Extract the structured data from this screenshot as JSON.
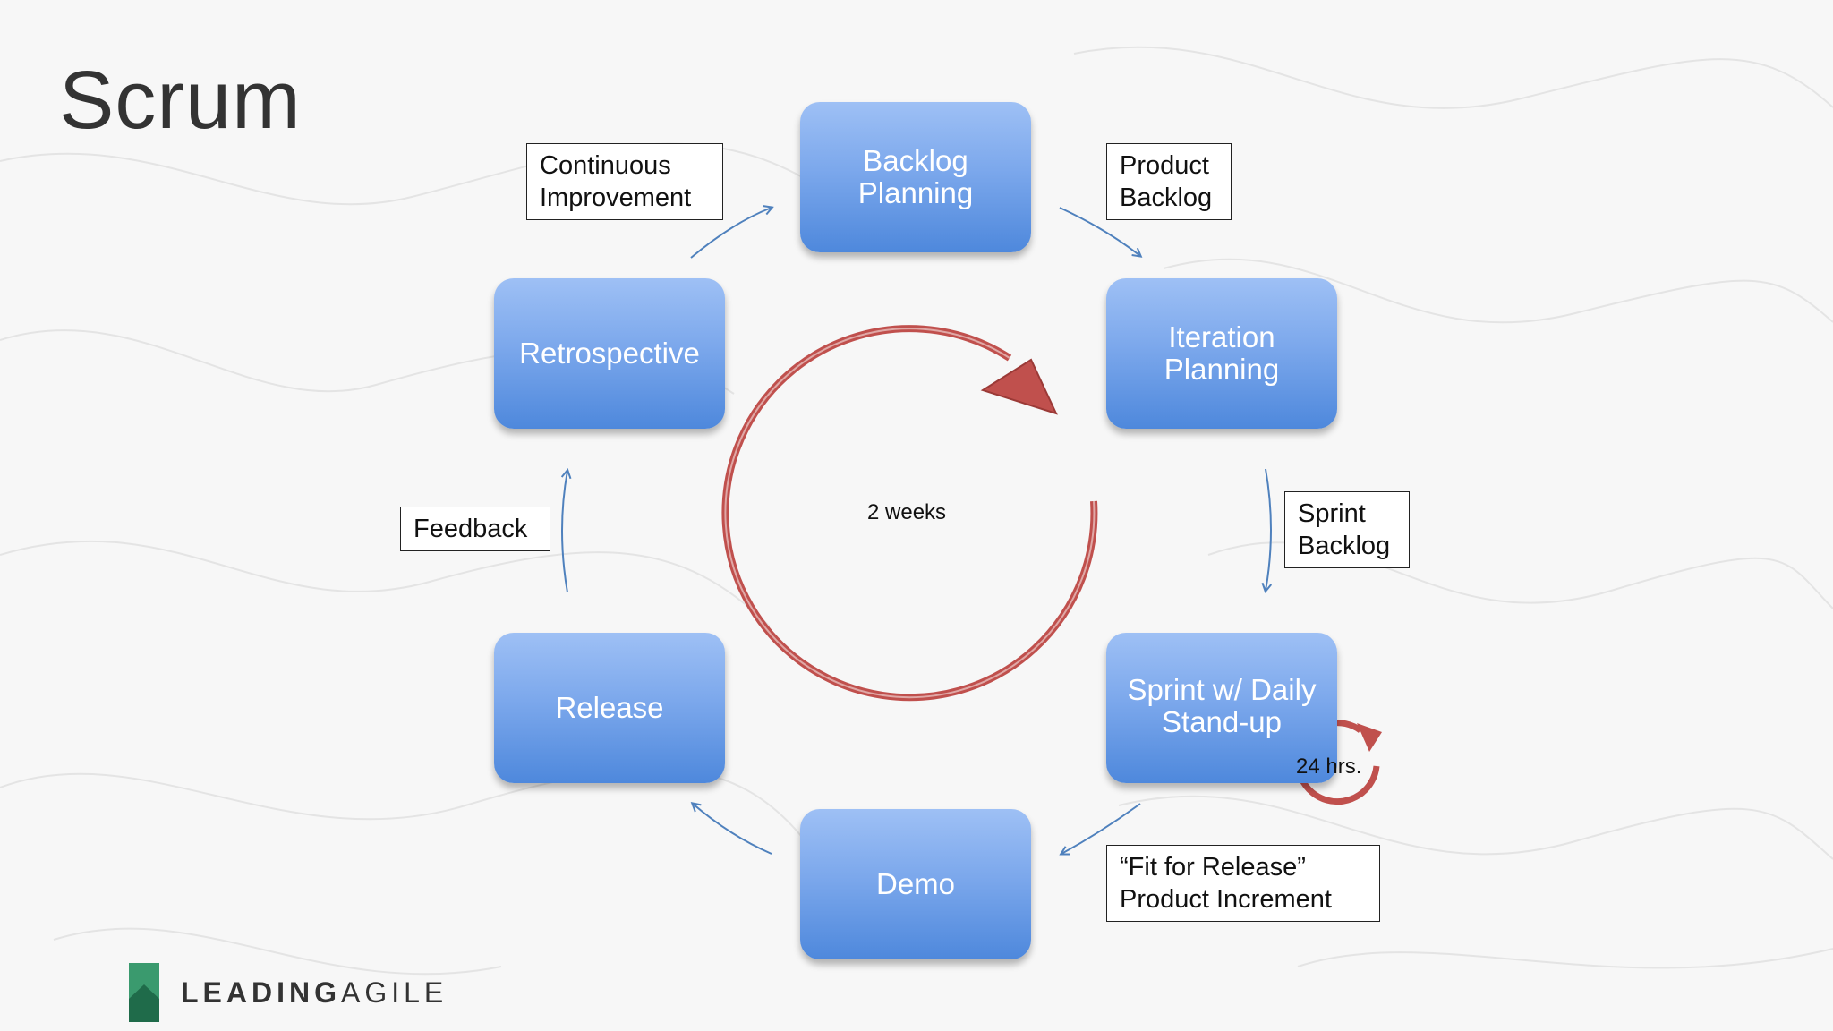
{
  "title": "Scrum",
  "nodes": {
    "backlog_planning": "Backlog\nPlanning",
    "iteration_planning": "Iteration\nPlanning",
    "sprint": "Sprint w/ Daily\nStand-up",
    "demo": "Demo",
    "release": "Release",
    "retrospective": "Retrospective"
  },
  "labels": {
    "continuous_improvement": "Continuous\nImprovement",
    "product_backlog": "Product\nBacklog",
    "sprint_backlog": "Sprint\nBacklog",
    "fit_for_release": "“Fit for Release”\nProduct Increment",
    "feedback": "Feedback"
  },
  "cycle_label": "2 weeks",
  "daily_label": "24 hrs.",
  "logo": {
    "bold": "LEADING",
    "light": "AGILE"
  },
  "colors": {
    "node_top": "#9ec0f5",
    "node_bottom": "#4e88dc",
    "cycle_arrow": "#c0504d",
    "connector": "#4f81bd",
    "logo_green": "#3a9a6e"
  }
}
